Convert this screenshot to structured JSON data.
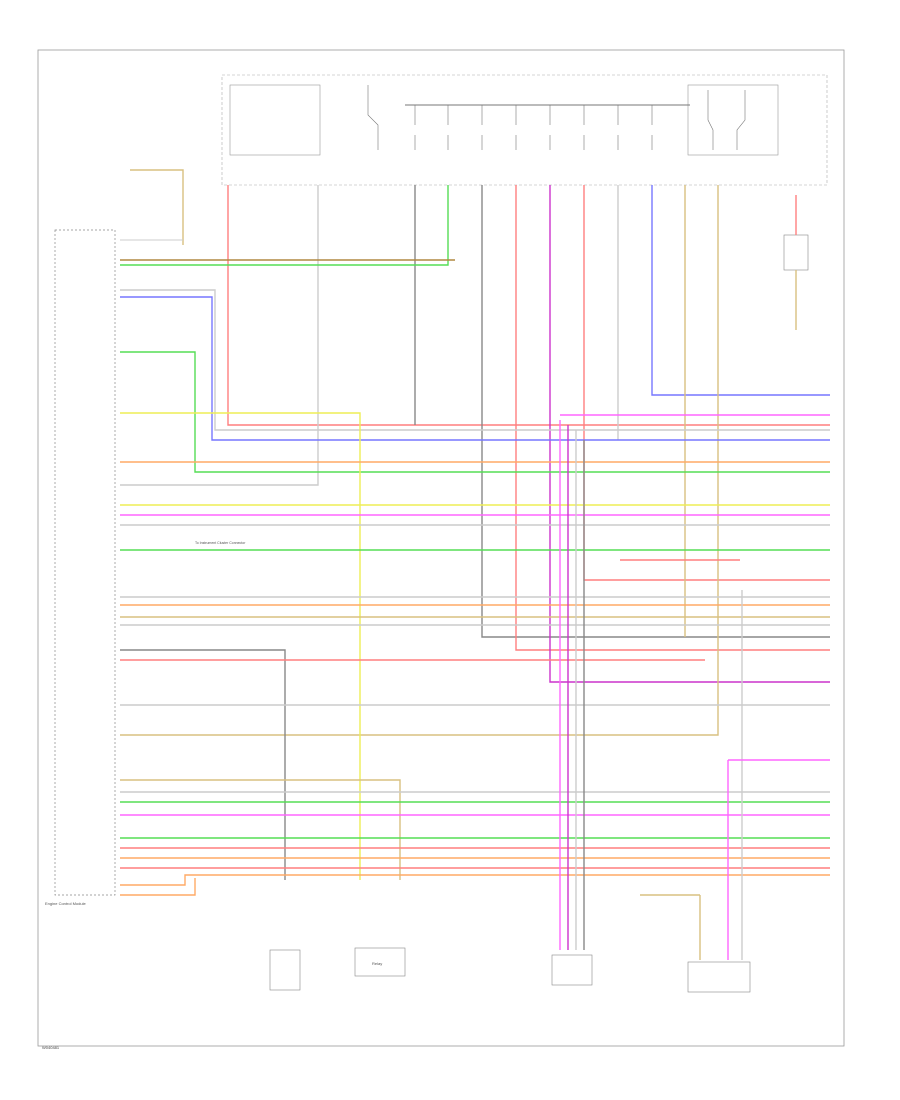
{
  "diagram": {
    "note": "To Instrument Cluster Connector",
    "page_code": "W040481",
    "components": {
      "ecm": "Engine Control Module",
      "relay": "Relay"
    },
    "wire_colors": {
      "red": "#ff7f7f",
      "pink": "#ff66ff",
      "magenta": "#cc33cc",
      "blue": "#7777ff",
      "green": "#55dd55",
      "yellow": "#eeee55",
      "tan": "#d8c080",
      "orange": "#ffaa66",
      "brown": "#b08840",
      "gray": "#888888",
      "violet": "#aa66cc",
      "lightgray": "#cccccc",
      "black": "#333333"
    }
  }
}
